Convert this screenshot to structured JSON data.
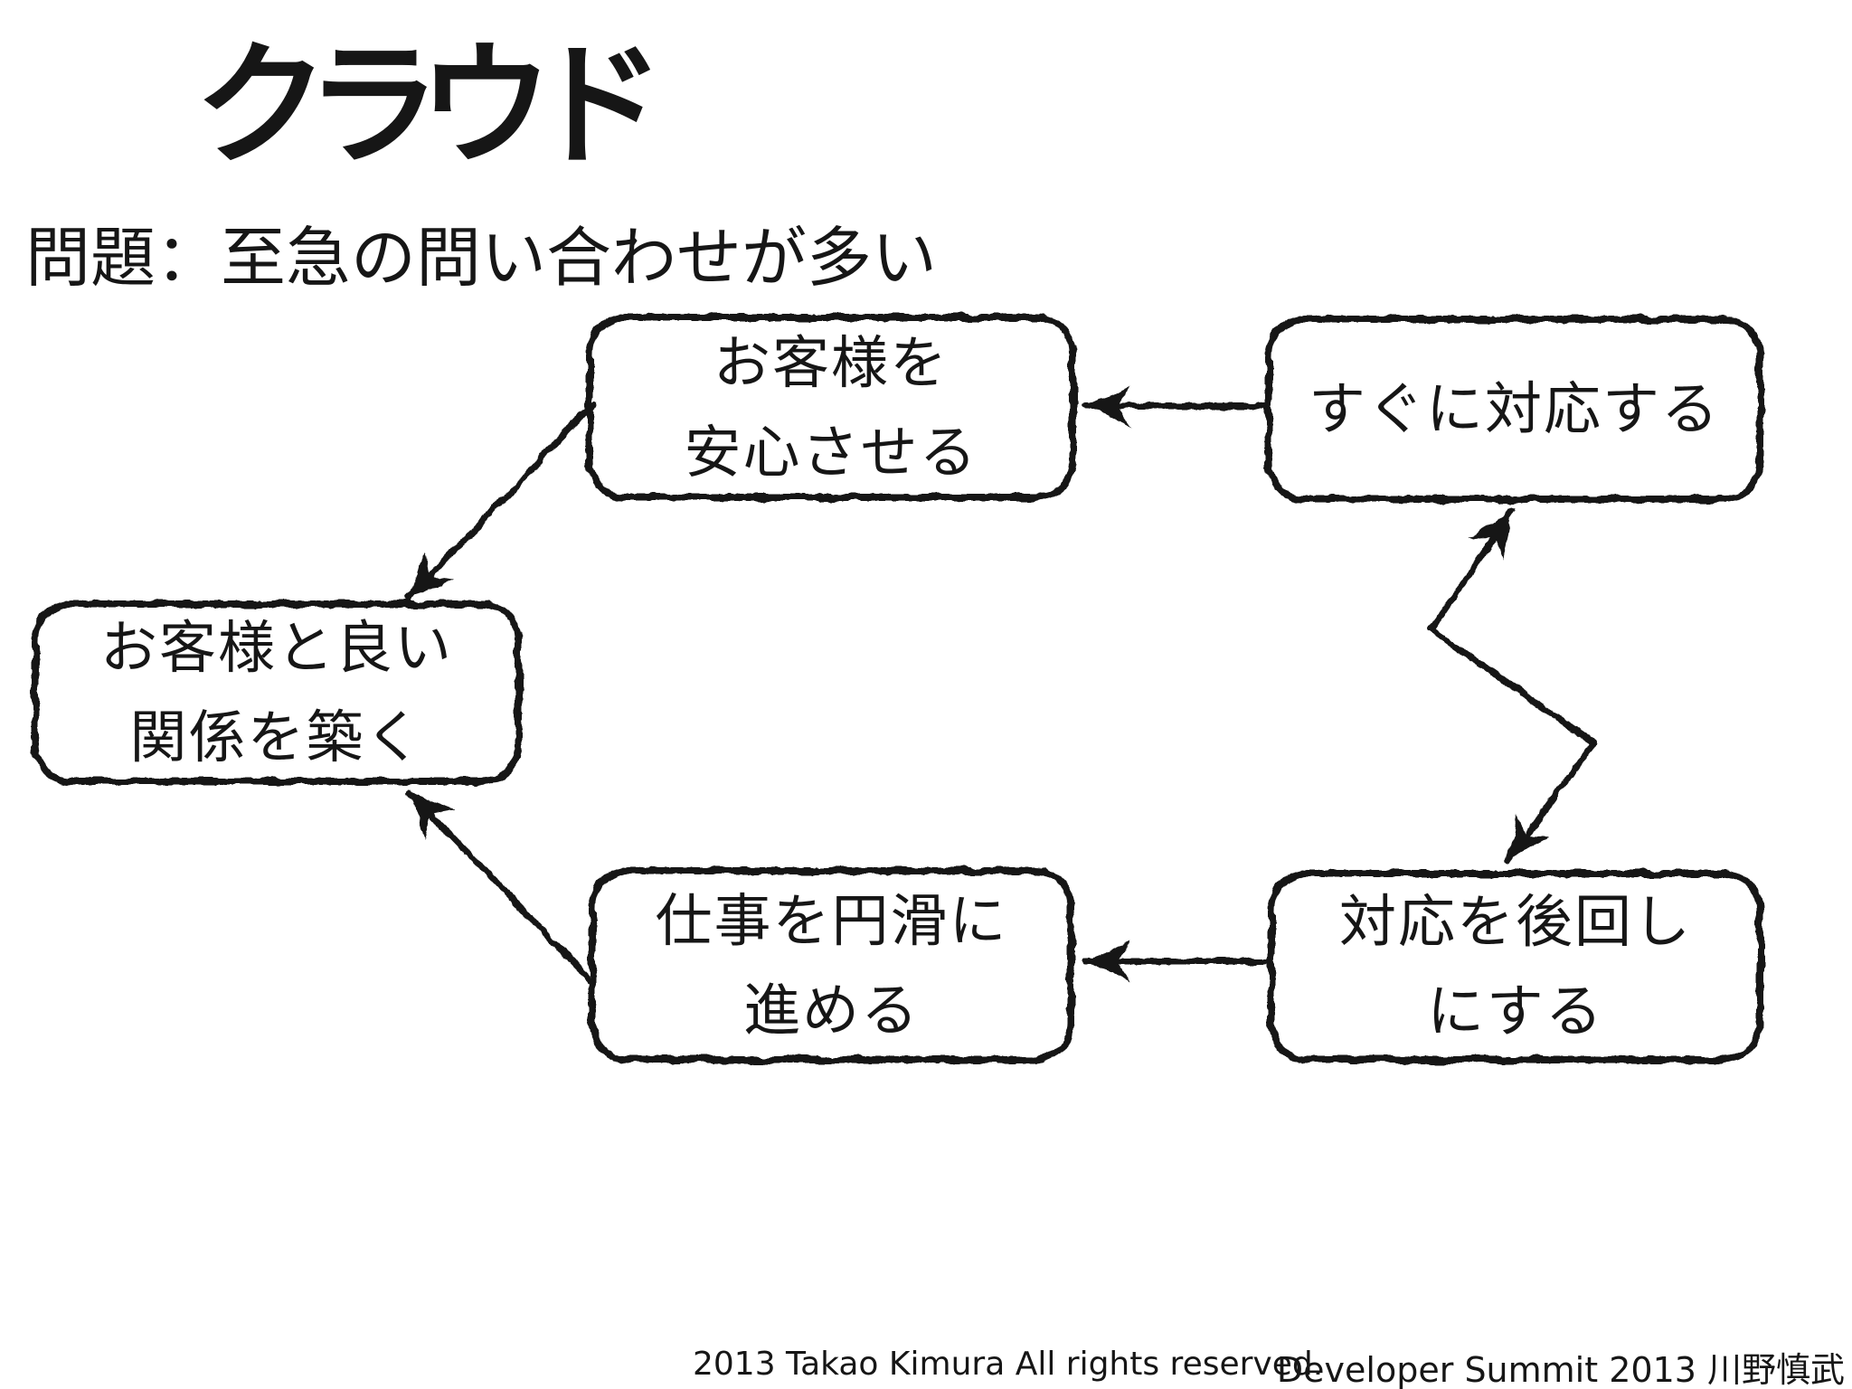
{
  "slide": {
    "title": "クラウド",
    "problem_statement": "問題：至急の問い合わせが多い"
  },
  "diagram": {
    "nodes": [
      {
        "id": "build-good-relationship",
        "lines": [
          "お客様と良い",
          "関係を築く"
        ]
      },
      {
        "id": "reassure-customers",
        "lines": [
          "お客様を",
          "安心させる"
        ]
      },
      {
        "id": "respond-immediately",
        "lines": [
          "すぐに対応する"
        ]
      },
      {
        "id": "work-smoothly",
        "lines": [
          "仕事を円滑に",
          "進める"
        ]
      },
      {
        "id": "postpone-response",
        "lines": [
          "対応を後回し",
          "にする"
        ]
      }
    ],
    "edges": [
      {
        "from": "respond-immediately",
        "to": "reassure-customers",
        "style": "arrow"
      },
      {
        "from": "reassure-customers",
        "to": "build-good-relationship",
        "style": "arrow"
      },
      {
        "from": "postpone-response",
        "to": "work-smoothly",
        "style": "arrow"
      },
      {
        "from": "work-smoothly",
        "to": "build-good-relationship",
        "style": "arrow"
      },
      {
        "from": "respond-immediately",
        "to": "postpone-response",
        "style": "conflict-zigzag"
      }
    ]
  },
  "footer": {
    "copyright": "2013 Takao Kimura All rights reserved.",
    "credit": "Developer Summit 2013 川野慎武"
  },
  "colors": {
    "ink": "#161616",
    "background": "#ffffff"
  }
}
